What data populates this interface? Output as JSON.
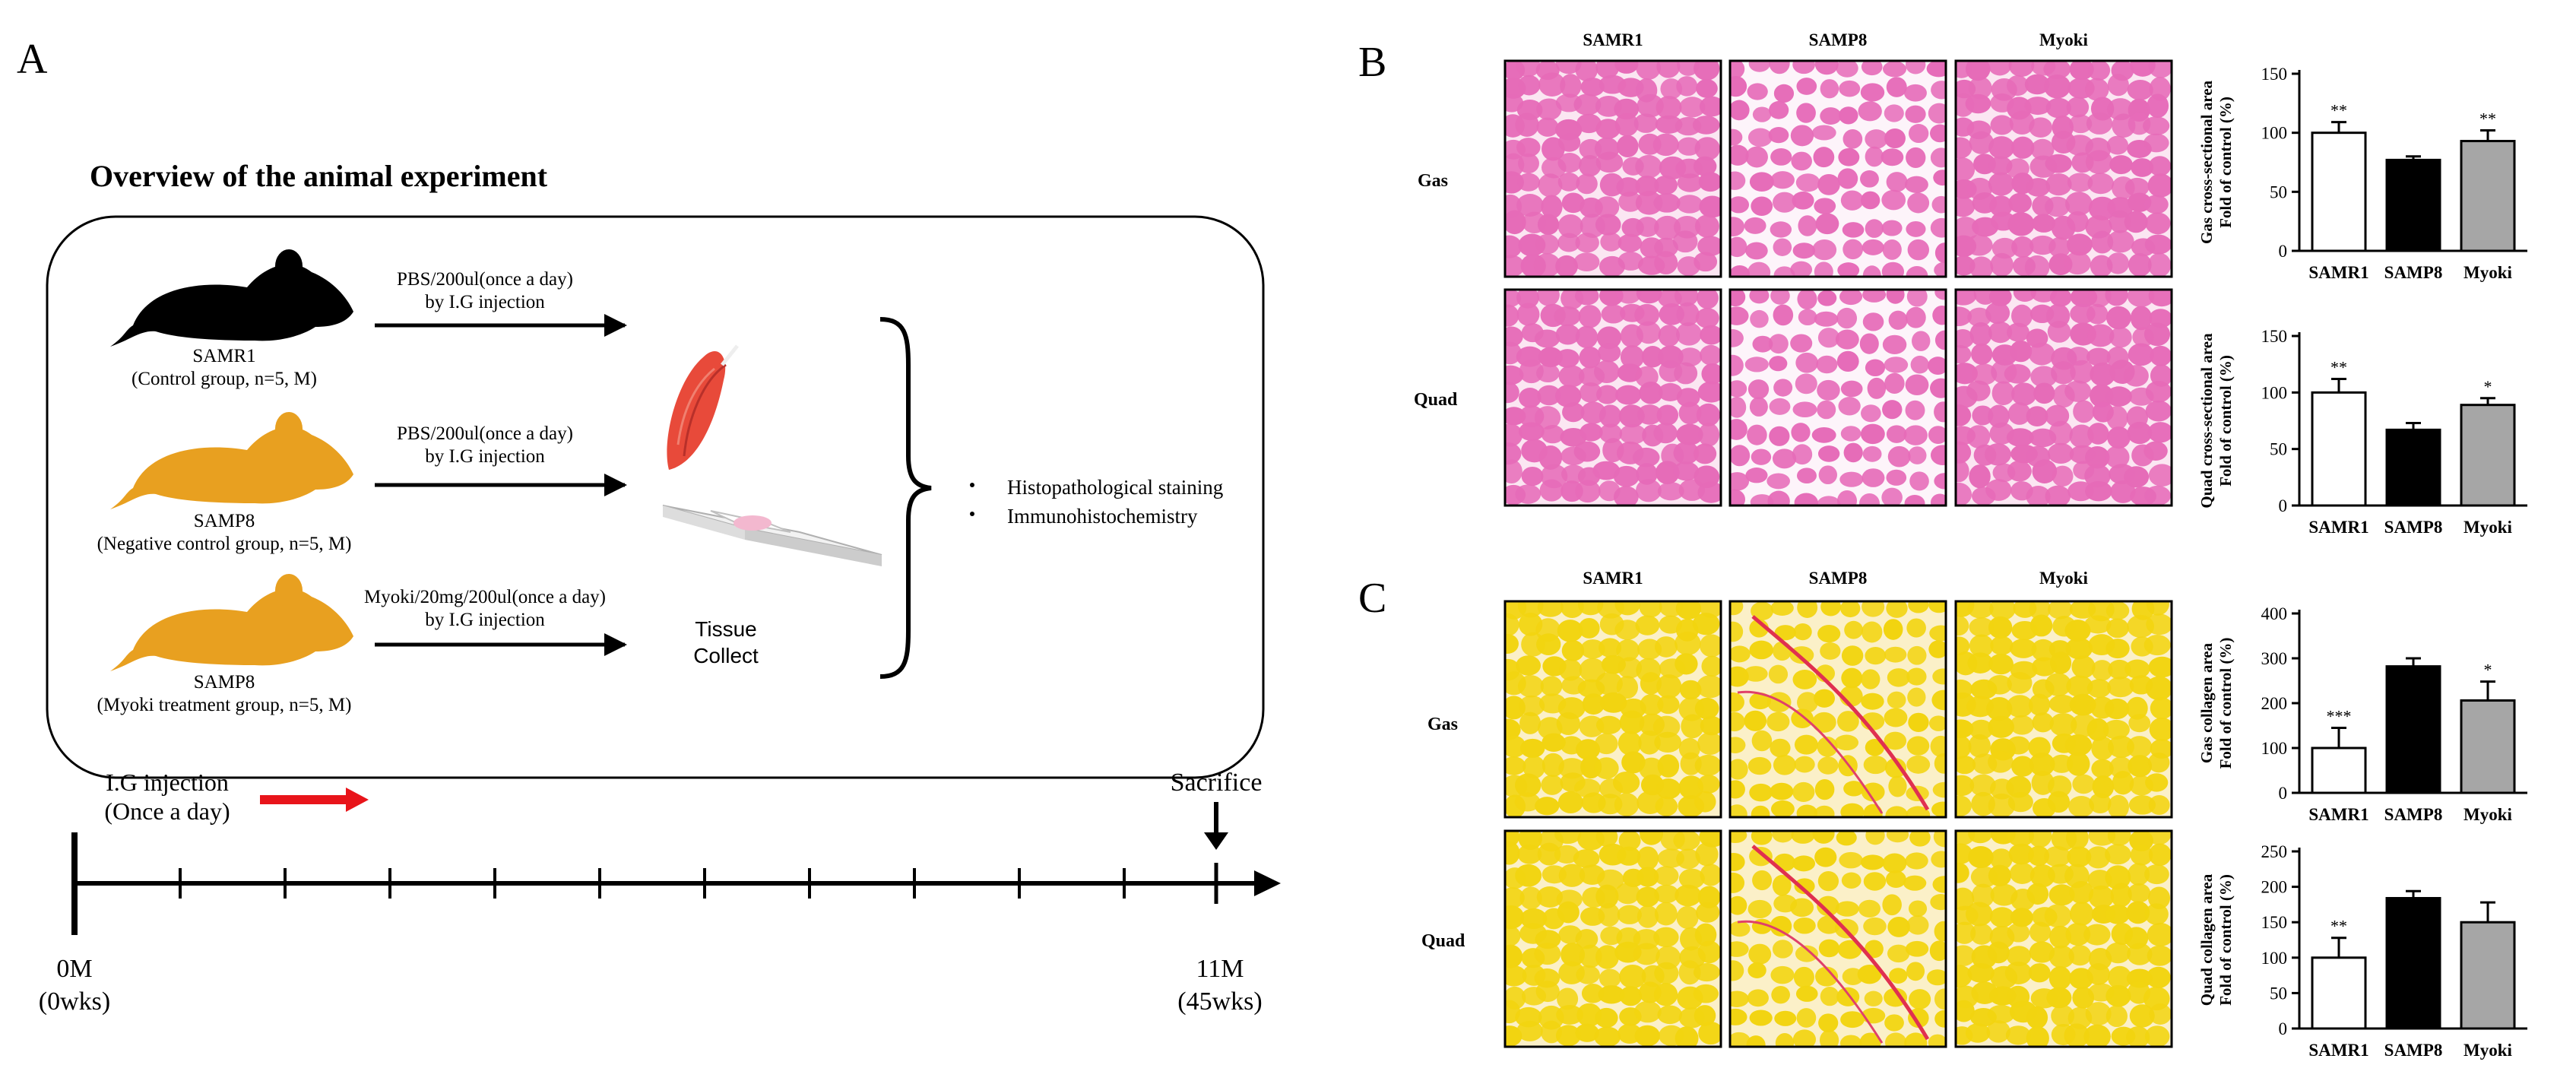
{
  "panel_a": {
    "letter": "A",
    "title": "Overview of the animal experiment",
    "groups": [
      {
        "name": "SAMR1",
        "desc": "(Control group, n=5, M)",
        "treat1": "PBS/200ul(once a day)",
        "treat2": "by I.G injection",
        "mouse_color": "#000000"
      },
      {
        "name": "SAMP8",
        "desc": "(Negative control group, n=5, M)",
        "treat1": "PBS/200ul(once a day)",
        "treat2": "by I.G injection",
        "mouse_color": "#E8A020"
      },
      {
        "name": "SAMP8",
        "desc": "(Myoki treatment group, n=5, M)",
        "treat1": "Myoki/20mg/200ul(once  a day)",
        "treat2": "by I.G injection",
        "mouse_color": "#E8A020"
      }
    ],
    "tissue_label1": "Tissue",
    "tissue_label2": "Collect",
    "bullet1": "Histopathological staining",
    "bullet2": "Immunohistochemistry",
    "injection_label1": "I.G injection",
    "injection_label2": "(Once a day)",
    "sacrifice_label": "Sacrifice",
    "start_label1": "0M",
    "start_label2": "(0wks)",
    "end_label1": "11M",
    "end_label2": "(45wks)",
    "arrow_color": "#E8141A"
  },
  "panel_b": {
    "letter": "B",
    "col_labels": [
      "SAMR1",
      "SAMP8",
      "Myoki"
    ],
    "row_labels": [
      "Gas",
      "Quad"
    ],
    "stain_color": "#E66BB8"
  },
  "panel_c": {
    "letter": "C",
    "col_labels": [
      "SAMR1",
      "SAMP8",
      "Myoki"
    ],
    "row_labels": [
      "Gas",
      "Quad"
    ],
    "stain_color": "#F2D410"
  },
  "chart_data": [
    {
      "type": "bar",
      "ylabel_line1": "Gas cross-sectional area",
      "ylabel_line2": "Fold of control (%)",
      "categories": [
        "SAMR1",
        "SAMP8",
        "Myoki"
      ],
      "values": [
        100,
        77,
        93
      ],
      "errors": [
        9,
        3,
        9
      ],
      "significance": [
        "**",
        "",
        "**"
      ],
      "bar_colors": [
        "#ffffff",
        "#000000",
        "#a6a6a6"
      ],
      "ylim": [
        0,
        150
      ],
      "yticks": [
        "0",
        "50",
        "100",
        "150"
      ]
    },
    {
      "type": "bar",
      "ylabel_line1": "Quad cross-sectional area",
      "ylabel_line2": "Fold of control (%)",
      "categories": [
        "SAMR1",
        "SAMP8",
        "Myoki"
      ],
      "values": [
        100,
        67,
        89
      ],
      "errors": [
        12,
        6,
        6
      ],
      "significance": [
        "**",
        "",
        "*"
      ],
      "bar_colors": [
        "#ffffff",
        "#000000",
        "#a6a6a6"
      ],
      "ylim": [
        0,
        150
      ],
      "yticks": [
        "0",
        "50",
        "100",
        "150"
      ]
    },
    {
      "type": "bar",
      "ylabel_line1": "Gas collagen area",
      "ylabel_line2": "Fold of control (%)",
      "categories": [
        "SAMR1",
        "SAMP8",
        "Myoki"
      ],
      "values": [
        100,
        282,
        206
      ],
      "errors": [
        45,
        18,
        42
      ],
      "significance": [
        "***",
        "",
        "*"
      ],
      "bar_colors": [
        "#ffffff",
        "#000000",
        "#a6a6a6"
      ],
      "ylim": [
        0,
        400
      ],
      "yticks": [
        "0",
        "100",
        "200",
        "300",
        "400"
      ]
    },
    {
      "type": "bar",
      "ylabel_line1": "Quad collagen area",
      "ylabel_line2": "Fold of control (%)",
      "categories": [
        "SAMR1",
        "SAMP8",
        "Myoki"
      ],
      "values": [
        100,
        184,
        150
      ],
      "errors": [
        28,
        10,
        28
      ],
      "significance": [
        "**",
        "",
        ""
      ],
      "bar_colors": [
        "#ffffff",
        "#000000",
        "#a6a6a6"
      ],
      "ylim": [
        0,
        250
      ],
      "yticks": [
        "0",
        "50",
        "100",
        "150",
        "200",
        "250"
      ]
    }
  ]
}
